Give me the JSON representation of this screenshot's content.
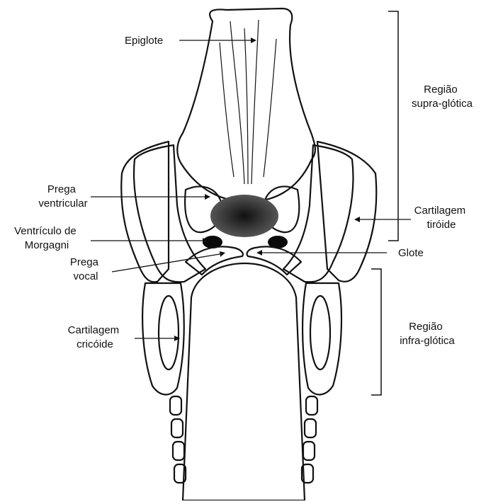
{
  "figure": {
    "labels": {
      "epiglote": "Epiglote",
      "prega_ventricular": [
        "Prega",
        "ventricular"
      ],
      "ventriculo_morgagni": [
        "Ventrículo de",
        "Morgagni"
      ],
      "prega_vocal": [
        "Prega",
        "vocal"
      ],
      "cartilagem_cricoide": [
        "Cartilagem",
        "cricóide"
      ],
      "regiao_supra": [
        "Região",
        "supra-glótica"
      ],
      "cartilagem_tiroide": [
        "Cartilagem",
        "tiróide"
      ],
      "glote": "Glote",
      "regiao_infra": [
        "Região",
        "infra-glótica"
      ]
    },
    "colors": {
      "ink": "#111111",
      "background": "#ffffff"
    }
  }
}
